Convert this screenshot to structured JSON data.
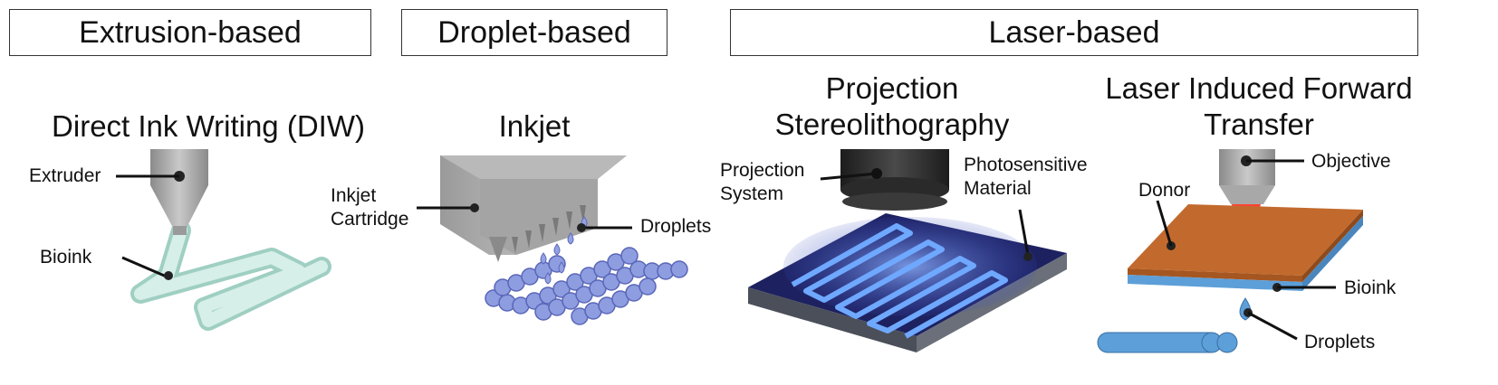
{
  "categories": {
    "extrusion": "Extrusion-based",
    "droplet": "Droplet-based",
    "laser": "Laser-based"
  },
  "methods": {
    "diw": {
      "title": "Direct Ink Writing (DIW)",
      "extruder": "Extruder",
      "bioink": "Bioink"
    },
    "inkjet": {
      "title": "Inkjet",
      "cartridge_line1": "Inkjet",
      "cartridge_line2": "Cartridge",
      "droplets": "Droplets"
    },
    "sla": {
      "title_line1": "Projection",
      "title_line2": "Stereolithography",
      "projection_line1": "Projection",
      "projection_line2": "System",
      "material_line1": "Photosensitive",
      "material_line2": "Material"
    },
    "lift": {
      "title_line1": "Laser Induced Forward",
      "title_line2": "Transfer",
      "objective": "Objective",
      "donor": "Donor",
      "bioink": "Bioink",
      "droplets": "Droplets"
    }
  },
  "colors": {
    "bioink_diw": "#cfe9e2",
    "droplet_blue": "#7d8fd8",
    "sla_glow": "#3a6cf0",
    "donor": "#c8702e",
    "lift_bioink": "#5d9fd8",
    "laser": "#e8473a"
  }
}
